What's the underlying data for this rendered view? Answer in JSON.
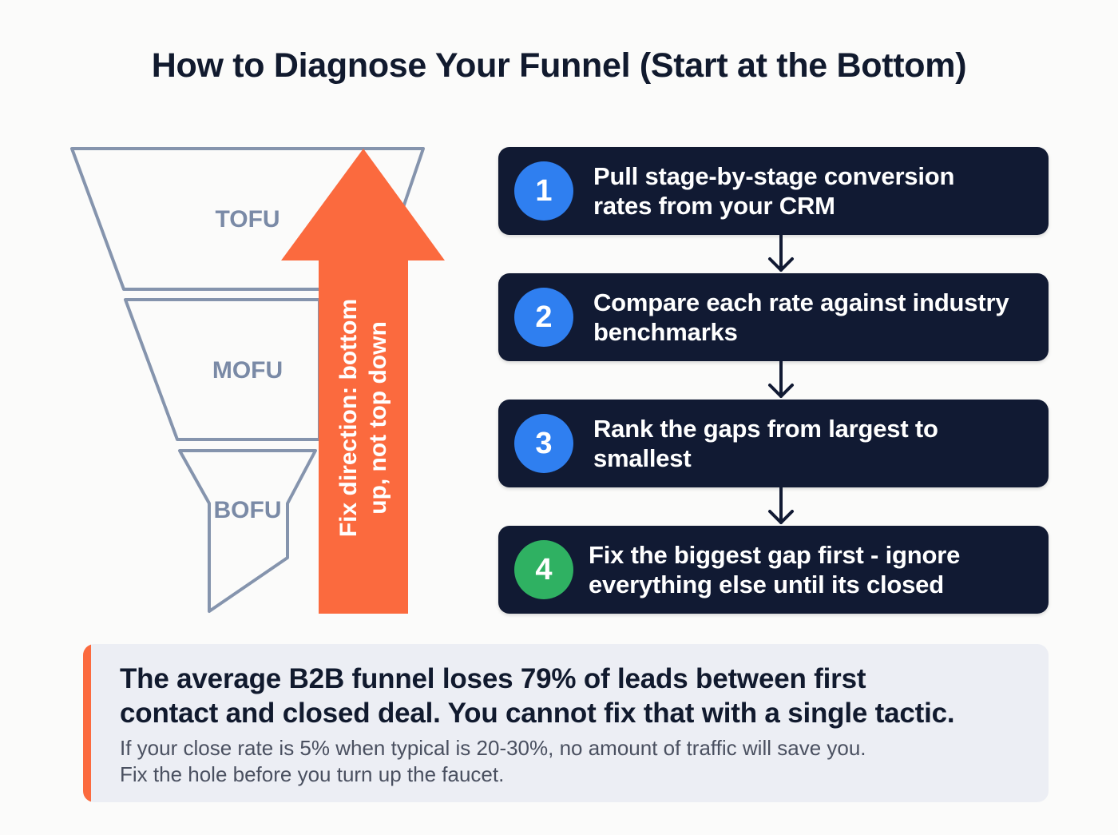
{
  "title": "How to Diagnose Your Funnel (Start at the Bottom)",
  "funnel": {
    "stages": [
      {
        "label": "TOFU"
      },
      {
        "label": "MOFU"
      },
      {
        "label": "BOFU"
      }
    ],
    "stroke_color": "#8594ad",
    "label_color": "#7a8aa6"
  },
  "direction_arrow": {
    "text_line1": "Fix direction: bottom",
    "text_line2": "up, not top down",
    "color": "#fb6a3e"
  },
  "steps": [
    {
      "number": "1",
      "line1": "Pull stage-by-stage conversion",
      "line2": "rates from your CRM",
      "circle_color": "#2f7ff0"
    },
    {
      "number": "2",
      "line1": "Compare each rate against industry",
      "line2": "benchmarks",
      "circle_color": "#2f7ff0"
    },
    {
      "number": "3",
      "line1": "Rank the gaps from largest to",
      "line2": "smallest",
      "circle_color": "#2f7ff0"
    },
    {
      "number": "4",
      "line1": "Fix the biggest gap first - ignore",
      "line2": "everything else until its closed",
      "circle_color": "#2fb162"
    }
  ],
  "callout": {
    "headline_line1": "The average B2B funnel loses 79% of leads between first",
    "headline_line2": "contact and closed deal. You cannot fix that with a single tactic.",
    "sub_line1": "If your close rate is 5% when typical is 20-30%, no amount of traffic will save you.",
    "sub_line2": "Fix the hole before you turn up the faucet.",
    "accent_color": "#fb6a3e"
  },
  "colors": {
    "card_bg": "#111a33",
    "title": "#111a2e"
  }
}
